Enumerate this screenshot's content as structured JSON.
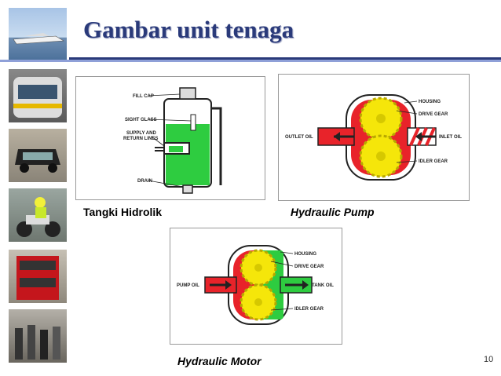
{
  "slide": {
    "title": "Gambar unit tenaga",
    "page_number": "10"
  },
  "figures": {
    "tank": {
      "caption": "Tangki Hidrolik",
      "labels": {
        "fill_cap": "FILL CAP",
        "sight_glass": "SIGHT GLASS",
        "supply_return_1": "SUPPLY AND",
        "supply_return_2": "RETURN LINES",
        "drain": "DRAIN"
      }
    },
    "pump": {
      "caption": "Hydraulic Pump",
      "labels": {
        "housing": "HOUSING",
        "drive_gear": "DRIVE GEAR",
        "outlet_oil": "OUTLET OIL",
        "inlet_oil": "INLET OIL",
        "idler_gear": "IDLER GEAR"
      }
    },
    "motor": {
      "caption": "Hydraulic Motor",
      "labels": {
        "housing": "HOUSING",
        "drive_gear": "DRIVE GEAR",
        "pump_oil": "PUMP OIL",
        "tank_oil": "TANK OIL",
        "idler_gear": "IDLER GEAR"
      }
    }
  },
  "colors": {
    "title": "#2a3a7a",
    "oil_green": "#2ecc40",
    "gear_yellow": "#f5e60a",
    "pressure_red": "#e8232a"
  },
  "sidebar_photos": [
    "boat",
    "train",
    "taxi",
    "motorcycle",
    "double-decker-bus",
    "pedestrians"
  ]
}
